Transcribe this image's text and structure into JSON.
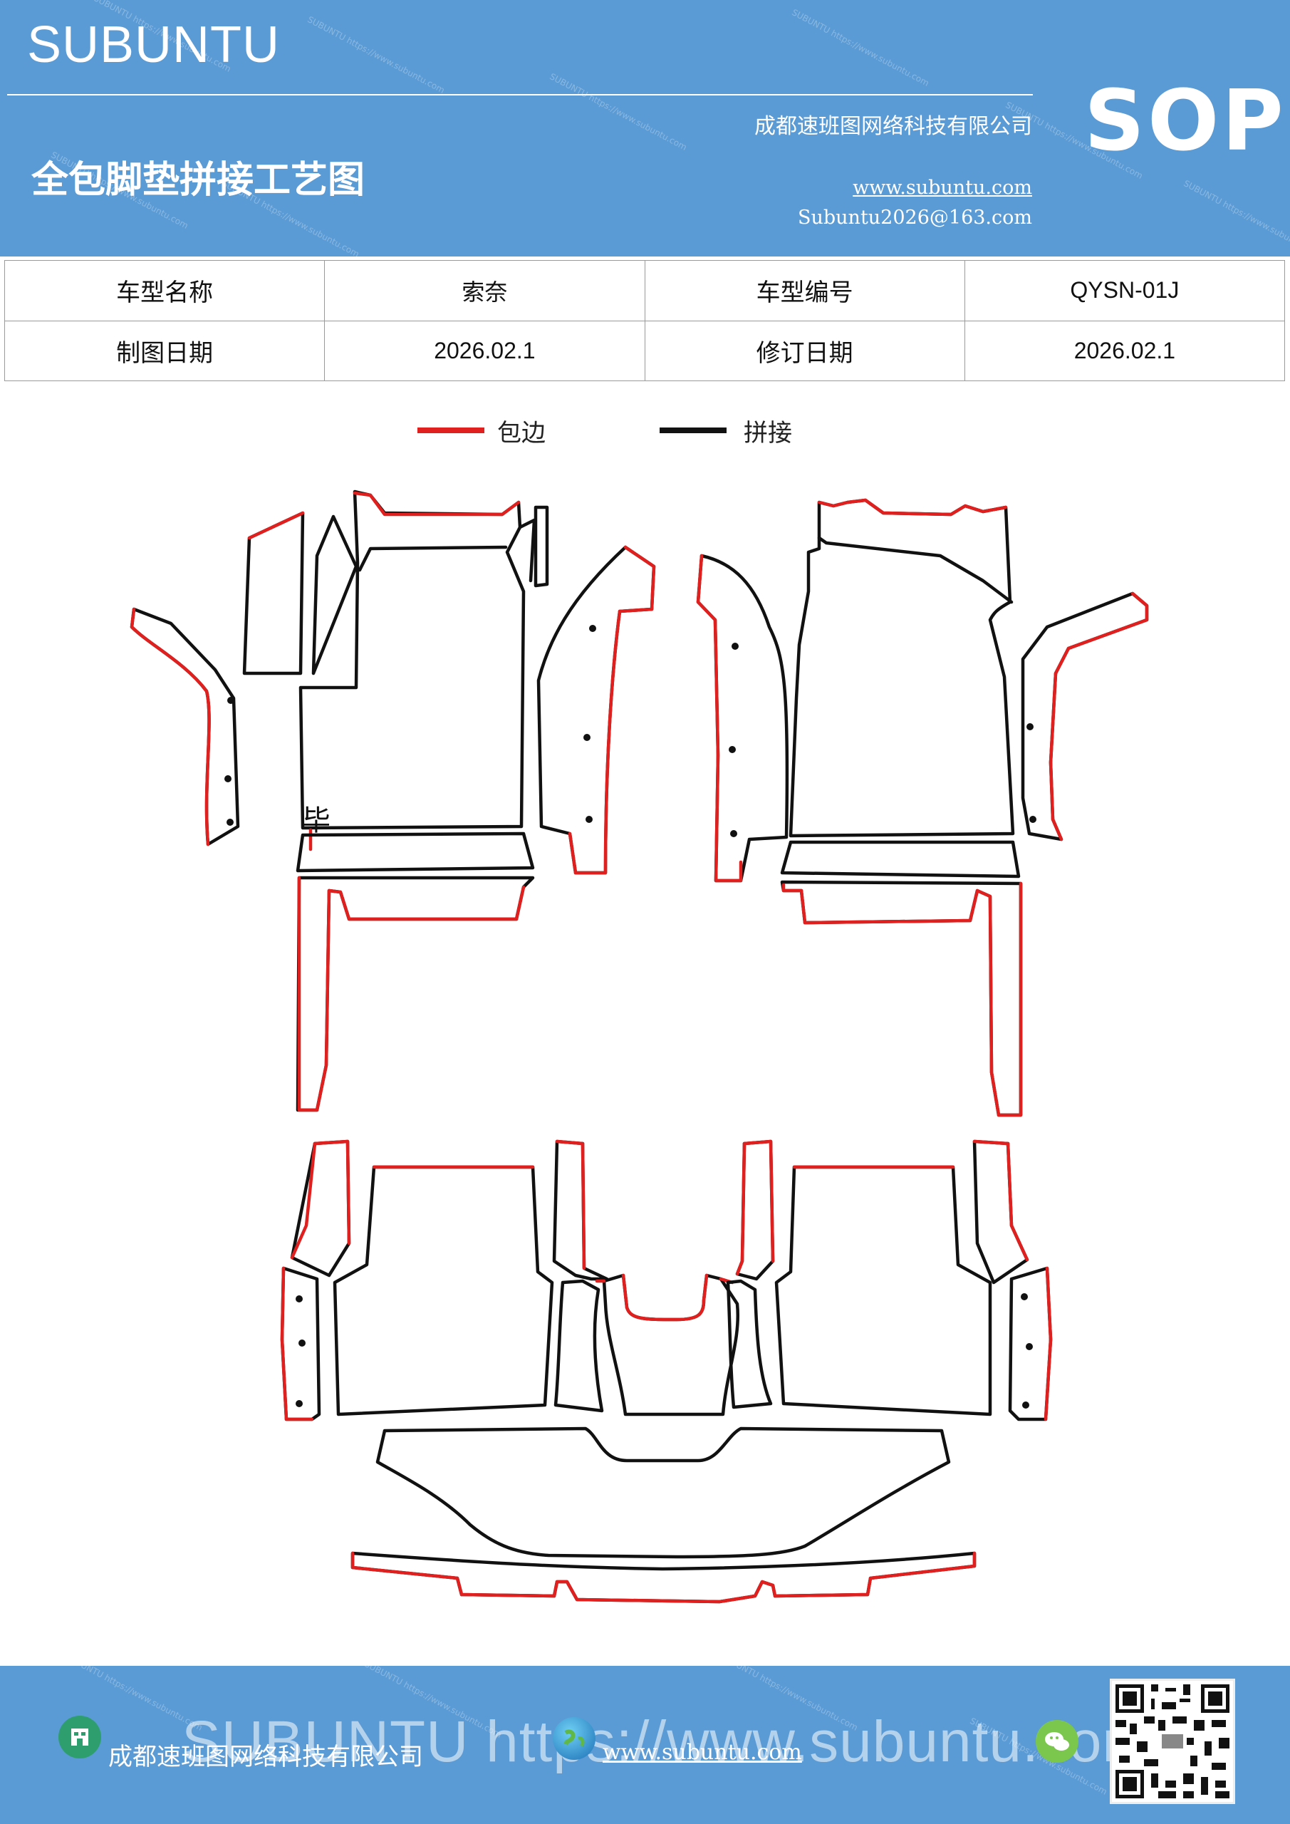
{
  "header": {
    "brand": "SUBUNTU",
    "title": "全包脚垫拼接工艺图",
    "company": "成都速班图网络科技有限公司",
    "website": "www.subuntu.com",
    "email": "Subuntu2026@163.com",
    "badge": "SOP",
    "bg_color": "#5b9bd5"
  },
  "info_table": {
    "rows": [
      [
        "车型名称",
        "索奈",
        "车型编号",
        "QYSN-01J"
      ],
      [
        "制图日期",
        "2026.02.1",
        "修订日期",
        "2026.02.1"
      ]
    ]
  },
  "legend": {
    "items": [
      {
        "label": "包边",
        "color": "#e0201e"
      },
      {
        "label": "拼接",
        "color": "#111111"
      }
    ]
  },
  "drawing": {
    "annotation": "毕"
  },
  "footer": {
    "watermark": "SUBUNTU https://www.subuntu.com",
    "company": "成都速班图网络科技有限公司",
    "website": "www.subuntu.com",
    "icons": [
      "building-icon",
      "globe-icon",
      "wechat-icon",
      "qr-code"
    ]
  }
}
